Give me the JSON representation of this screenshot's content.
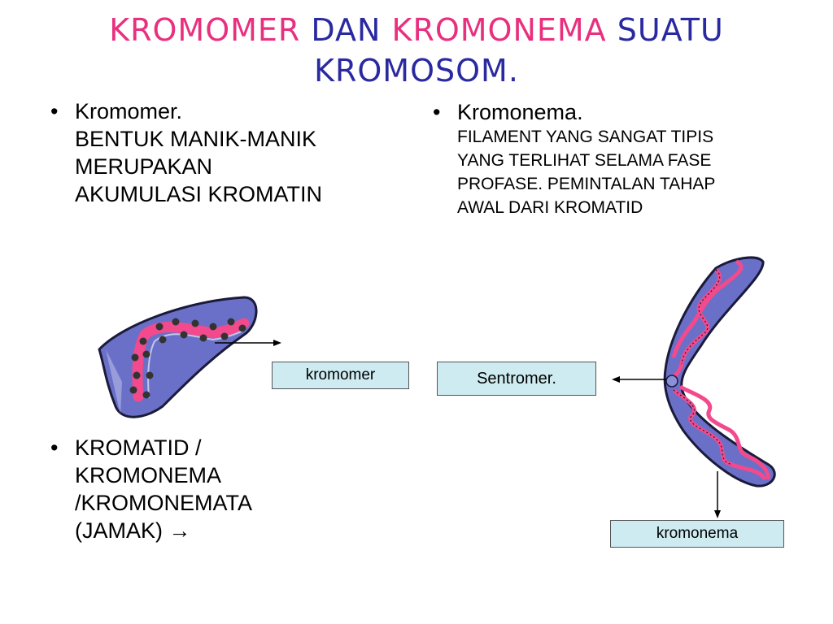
{
  "title": {
    "w1": "KROMOMER",
    "w2": "DAN",
    "w3": "KROMONEMA",
    "w4": "SUATU",
    "w5": "KROMOSOM."
  },
  "left": {
    "heading": "Kromomer.",
    "lines": [
      "BENTUK MANIK-MANIK",
      "MERUPAKAN",
      "AKUMULASI KROMATIN"
    ],
    "second": [
      "KROMATID /",
      "KROMONEMA",
      "/KROMONEMATA",
      "(JAMAK) →"
    ]
  },
  "right": {
    "heading": "Kromonema.",
    "lines": [
      "FILAMENT YANG SANGAT TIPIS",
      "YANG TERLIHAT SELAMA FASE",
      "PROFASE. PEMINTALAN TAHAP",
      "AWAL DARI KROMATID"
    ]
  },
  "labels": {
    "kromomer": "kromomer",
    "sentromer": "Sentromer.",
    "kromonema": "kromonema"
  },
  "bullet_char": "•",
  "colors": {
    "pink": "#e8307f",
    "blue": "#2a2aa0",
    "chromosome": "#6a70c8",
    "thread": "#f24a8c",
    "label_bg": "#cdebf0"
  }
}
